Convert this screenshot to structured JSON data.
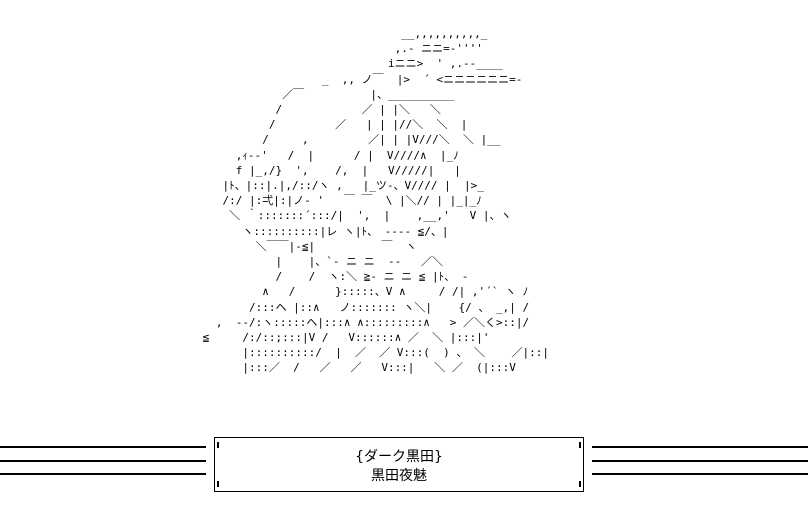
{
  "ascii_art": {
    "lines": [
      "                               __,,,,,,,,,,_",
      "                              ,.- ニニ=-''''",
      "                             iニニ>  ' ,.--____",
      "                   _  ,, ノ￣  |>  ´ <ニニニニニニ=-",
      "             ／￣          |、__________",
      "            /            ／ | |＼   ＼",
      "           /         ／   | | |//＼  ＼  |",
      "          /     ,         ／| | |V///＼  ＼ |__",
      "      ,ｨ‐‐'   /  |      / |  V////∧  |_ﾉ",
      "      f |_,/}  ',    /,  |   V/////|   |",
      "    |ﾄ、|::|.|,/::/ヽ ,   |_ツ-、V//// |  |>_",
      "    /:/ |:弌|:|ノ- '   ￣ ￣  \\ |＼// | |_|_ﾉ",
      "     ＼ ｀:::::::´:::/|  ',  |    ,__,'   V |、ヽ",
      "       ヽ::::::::::|レ ヽ|ﾄ、 -‐‐‐ ≦/、|",
      "         ＼￣￣|‐≦|          ￣  ヽ",
      "            |    |、`‐ ニ ニ  ‐-   ／＼",
      "            /    /  ヽ:＼ ≧‐ ニ ニ ≦ |ﾄ、 ‐",
      "          ∧   /      }:::::、V ∧     / /| ,'´` ヽ ﾉ",
      "        /:::ヘ |::∧   ノ::::::: ヽ＼|    {/ 、 _,| /",
      "   ,  -‐/:ヽ:::::ヘ|:::∧ ∧:::::::::∧   > ／＼く>::|/",
      " ≦     /:/::;:::|V /   V::::::∧ ／  ＼ |:::|'",
      "       |::::::::::/  |  ／  ／ V:::(  ) 、 ＼    ／|::|",
      "       |:::／  /   ／   ／   V:::|   ＼ ／  (|:::V"
    ]
  },
  "caption": {
    "line1": "{ダーク黒田}",
    "line2": "黒田夜魅"
  }
}
